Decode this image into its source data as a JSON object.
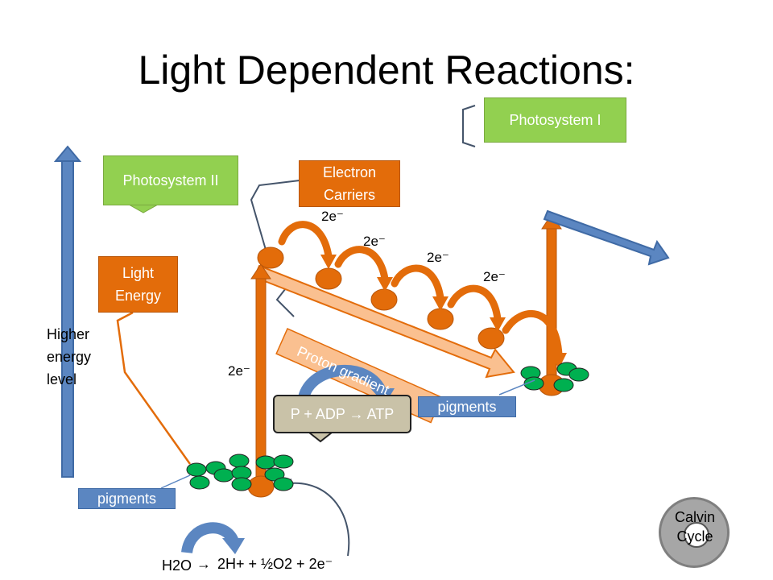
{
  "title": "Light Dependent Reactions:",
  "labels": {
    "photosystem_ii": "Photosystem  II",
    "photosystem_i": "Photosystem I",
    "electron_carriers": "Electron Carriers",
    "light_energy": "Light Energy",
    "higher_energy": "Higher energy level",
    "pigments_left": "pigments",
    "pigments_right": "pigments",
    "proton_gradient": "Proton gradient",
    "atp_reaction": "P + ADP → ATP",
    "calvin_cycle": "Calvin Cycle",
    "electrons": [
      "2e⁻",
      "2e⁻",
      "2e⁻",
      "2e⁻"
    ],
    "electron_vertical": "2e⁻",
    "water_h2o": "H2O",
    "water_products": "2H+ + ½O2 + 2e⁻"
  },
  "colors": {
    "green": "#92d050",
    "orange": "#e36c0a",
    "blue": "#5b86c1",
    "pigment_green": "#00b050",
    "gradient_peach": "#fac090",
    "gray": "#a6a6a6"
  }
}
